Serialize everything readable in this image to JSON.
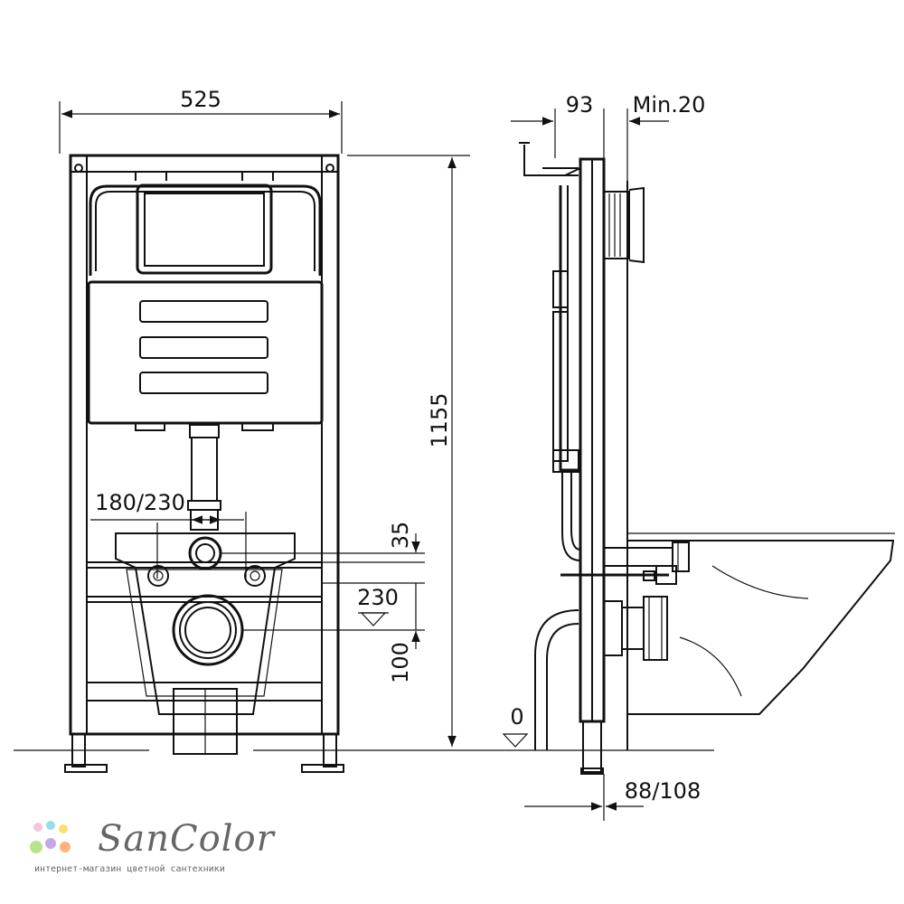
{
  "dimensions": {
    "width_total": "525",
    "height_total": "1155",
    "flush_spacing": "180/230",
    "pipe_offset": "35",
    "outlet_height": "230",
    "outlet_below": "100",
    "floor_level": "0",
    "side_depth": "93",
    "wall_gap": "Min.20",
    "outlet_projection": "88/108"
  },
  "logo": {
    "name": "SanColor",
    "tagline": "интернет-магазин цветной сантехники",
    "dot_colors": [
      "#f7c3dd",
      "#9ad9f0",
      "#f9e06b",
      "#b7e38e",
      "#c9a7e6",
      "#ffb37a"
    ]
  }
}
